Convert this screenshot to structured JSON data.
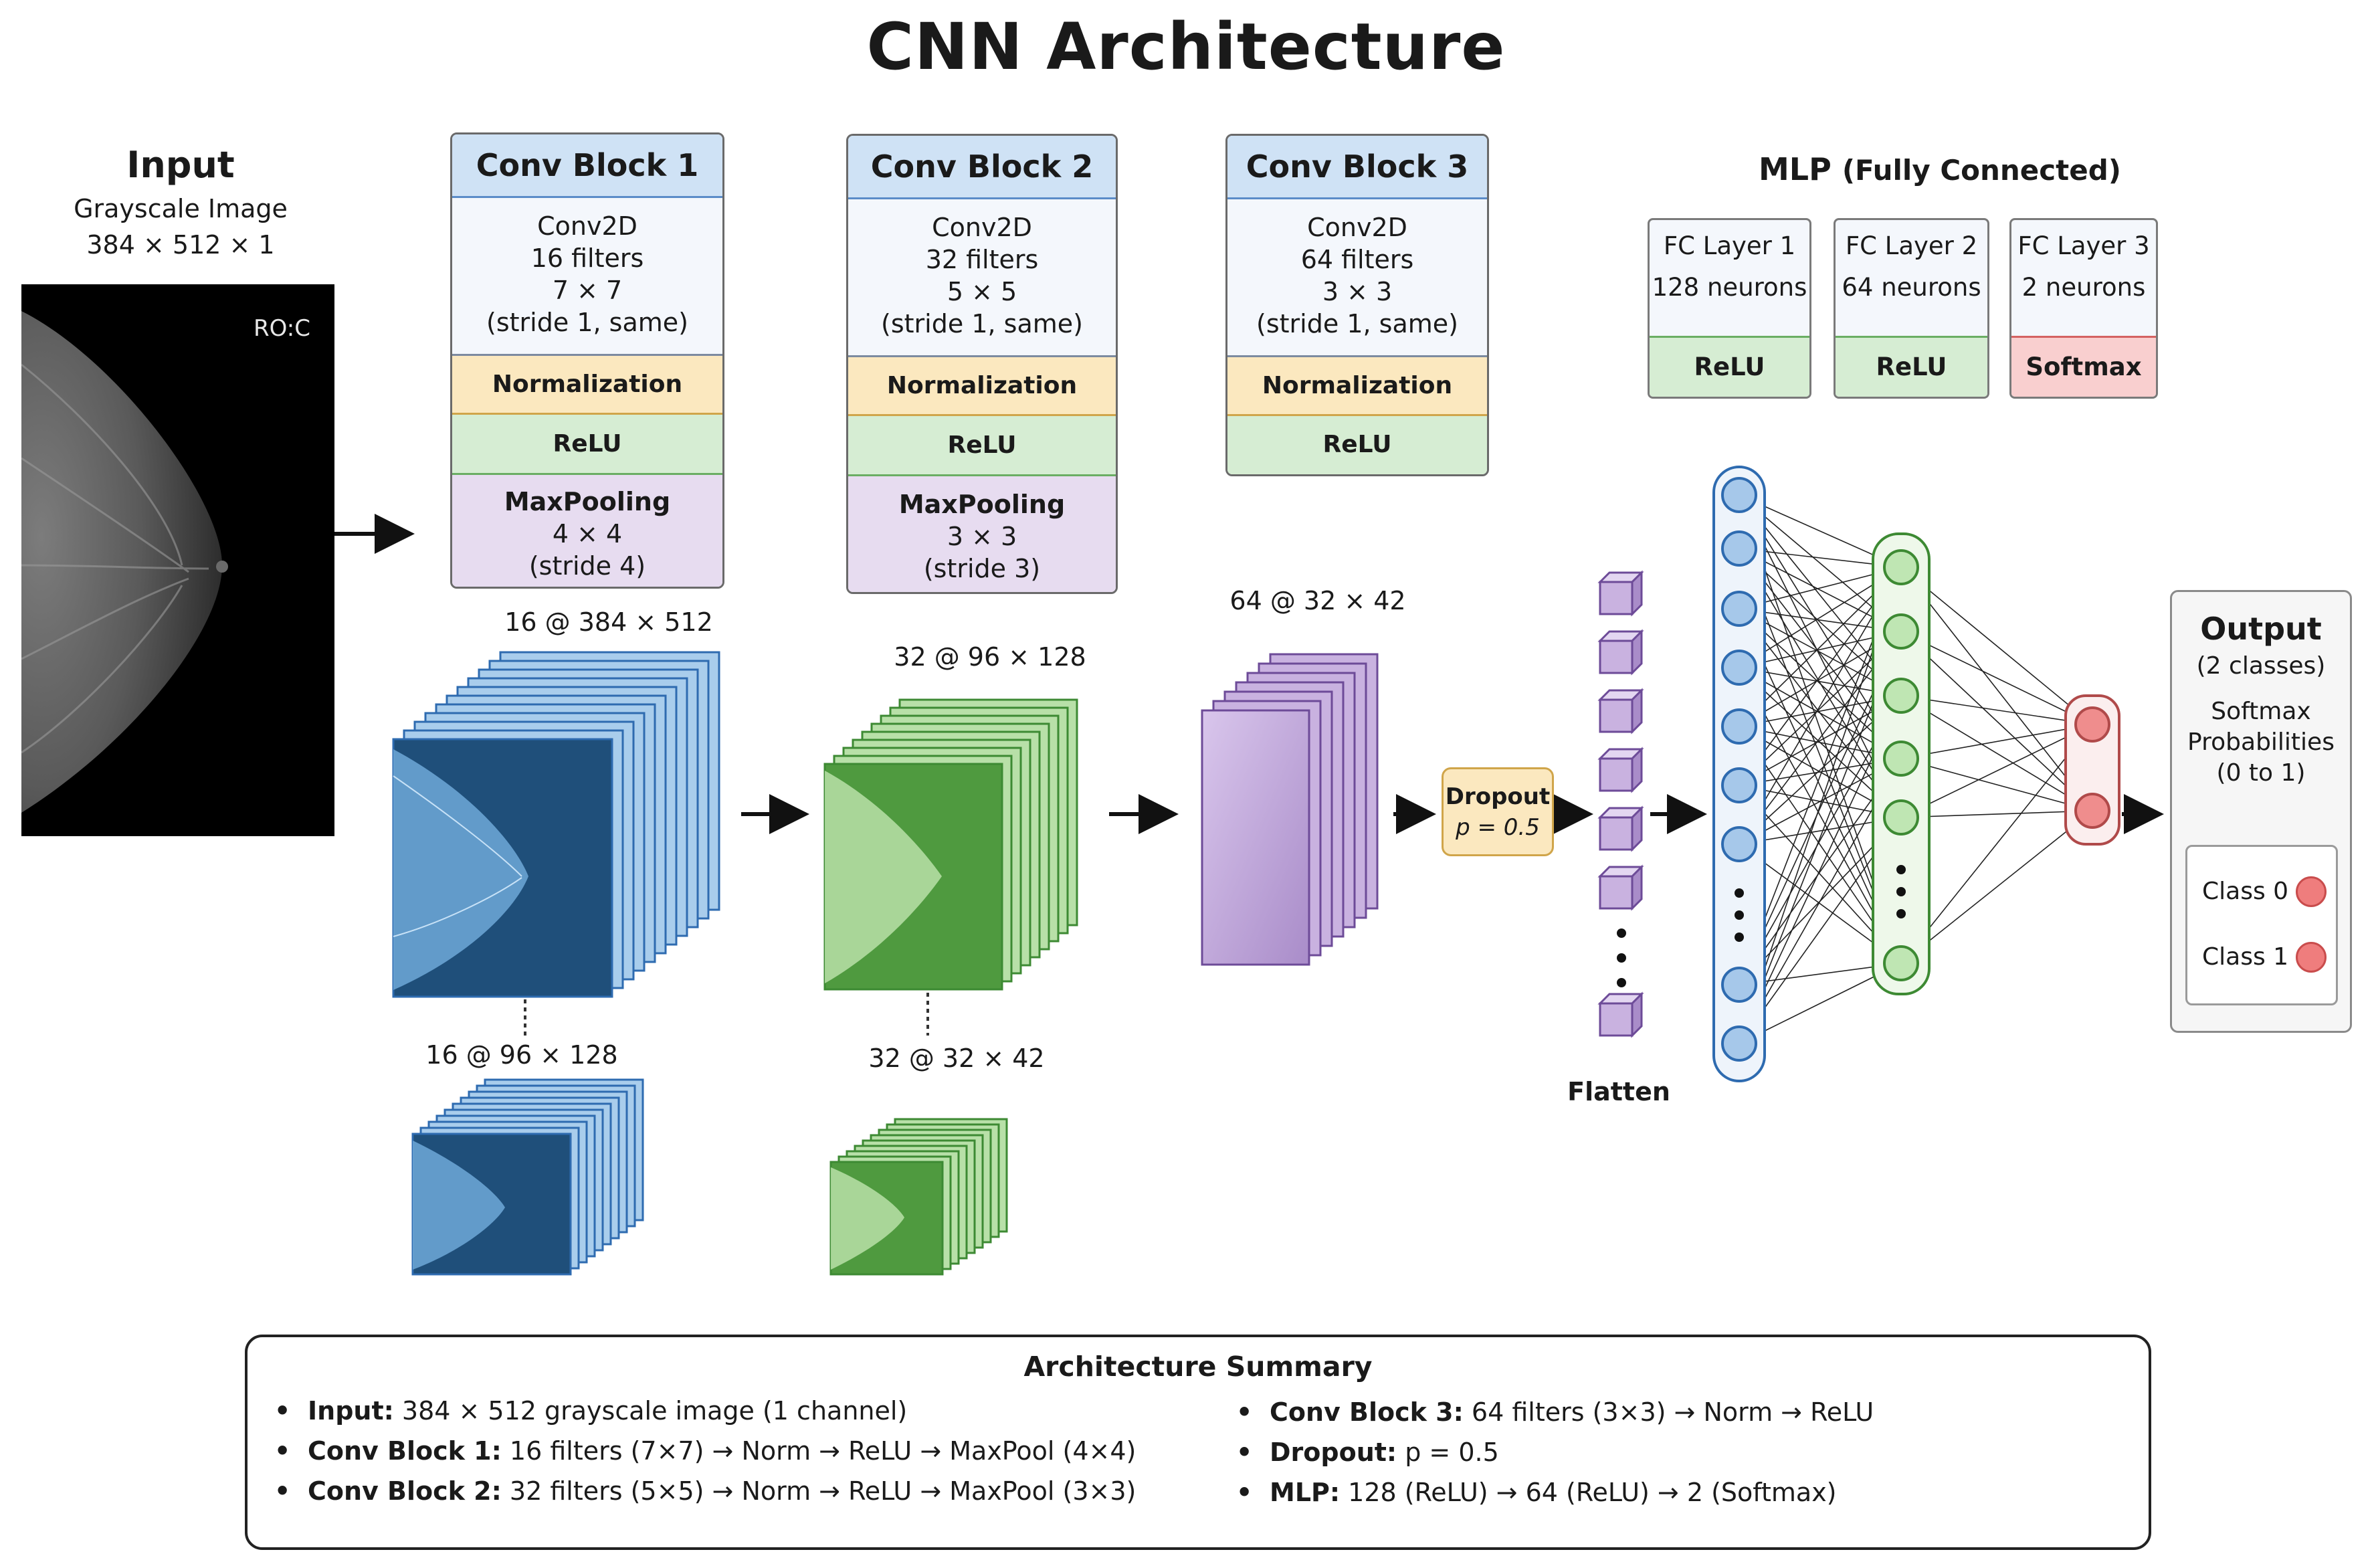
{
  "title": "CNN Architecture",
  "input": {
    "heading": "Input",
    "subtitle": "Grayscale Image",
    "dims": "384 × 512 × 1",
    "image_label": "RO:C"
  },
  "blocks": [
    {
      "name": "Conv Block 1",
      "conv": [
        "Conv2D",
        "16 filters",
        "7 × 7",
        "(stride 1, same)"
      ],
      "norm": "Normalization",
      "relu": "ReLU",
      "pool": [
        "MaxPooling",
        "4 × 4",
        "(stride 4)"
      ],
      "conv_output": "16 @ 384 × 512",
      "pool_output": "16 @ 96 × 128"
    },
    {
      "name": "Conv Block 2",
      "conv": [
        "Conv2D",
        "32 filters",
        "5 × 5",
        "(stride 1, same)"
      ],
      "norm": "Normalization",
      "relu": "ReLU",
      "pool": [
        "MaxPooling",
        "3 × 3",
        "(stride 3)"
      ],
      "conv_output": "32 @ 96 × 128",
      "pool_output": "32 @ 32 × 42"
    },
    {
      "name": "Conv Block 3",
      "conv": [
        "Conv2D",
        "64 filters",
        "3 × 3",
        "(stride 1, same)"
      ],
      "norm": "Normalization",
      "relu": "ReLU",
      "conv_output": "64 @ 32 × 42"
    }
  ],
  "mlp": {
    "heading": "MLP",
    "heading_suffix": "(Fully Connected)",
    "layers": [
      {
        "name": "FC Layer 1",
        "neurons": "128 neurons",
        "activation": "ReLU"
      },
      {
        "name": "FC Layer 2",
        "neurons": "64 neurons",
        "activation": "ReLU"
      },
      {
        "name": "FC Layer 3",
        "neurons": "2 neurons",
        "activation": "Softmax"
      }
    ]
  },
  "dropout": {
    "label": "Dropout",
    "value": "p = 0.5"
  },
  "flatten": "Flatten",
  "output": {
    "heading": "Output",
    "classes_note": "(2 classes)",
    "desc": [
      "Softmax",
      "Probabilities",
      "(0 to 1)"
    ],
    "classes": [
      "Class 0",
      "Class 1"
    ]
  },
  "summary": {
    "title": "Architecture Summary",
    "left": [
      {
        "key": "Input:",
        "text": " 384 × 512 grayscale image (1 channel)"
      },
      {
        "key": "Conv Block 1:",
        "text": " 16 filters (7×7) → Norm → ReLU → MaxPool (4×4)"
      },
      {
        "key": "Conv Block 2:",
        "text": " 32 filters (5×5) → Norm → ReLU → MaxPool (3×3)"
      }
    ],
    "right": [
      {
        "key": "Conv Block 3:",
        "text": " 64 filters (3×3) → Norm → ReLU"
      },
      {
        "key": "Dropout:",
        "text": " p = 0.5"
      },
      {
        "key": "MLP:",
        "text": " 128 (ReLU) → 64 (ReLU) → 2 (Softmax)"
      }
    ]
  },
  "colors": {
    "blue_fill": "#a9cdec",
    "blue_stroke": "#2e6bb0",
    "green_fill": "#b8e0a8",
    "green_stroke": "#3d8a33",
    "purple_fill": "#c9b2e0",
    "purple_stroke": "#6d4b98",
    "neuron_blue": "#a6c8ea",
    "neuron_green": "#bfe6b3",
    "neuron_red": "#ef8d8d"
  }
}
